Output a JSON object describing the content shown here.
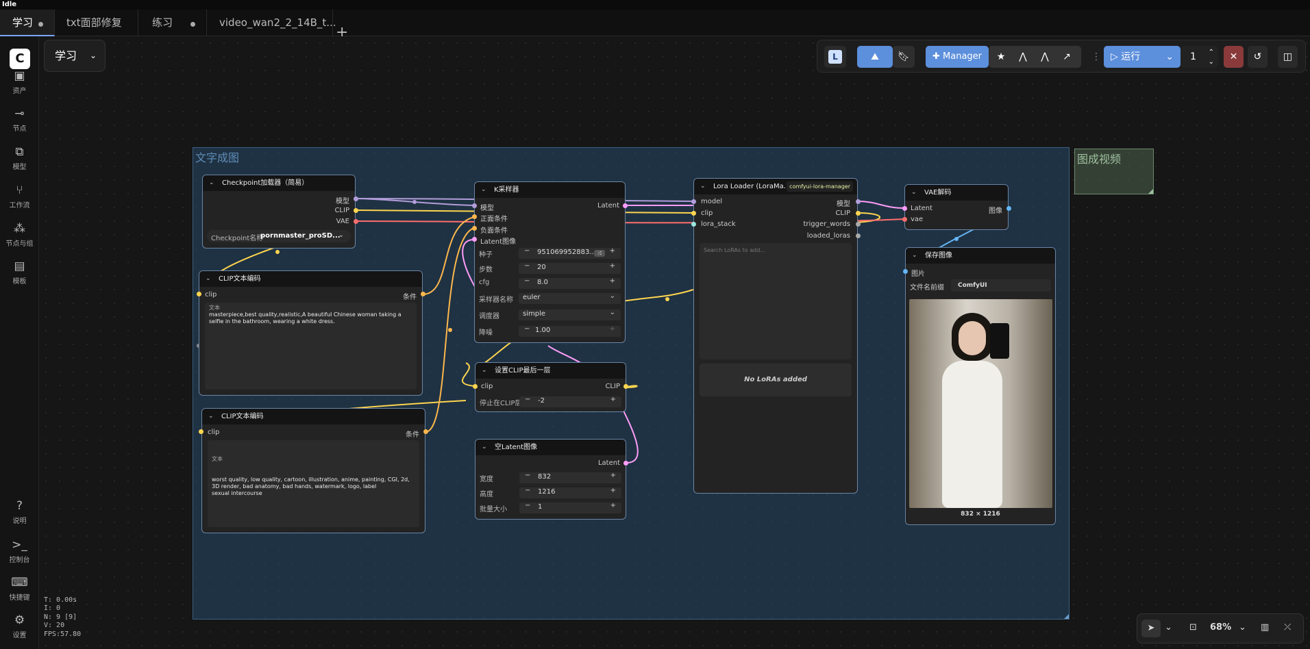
{
  "window": {
    "title": "Idle"
  },
  "tabs": [
    {
      "label": "学习",
      "active": true,
      "unsaved": true
    },
    {
      "label": "txt面部修复",
      "active": false,
      "unsaved": false
    },
    {
      "label": "练习",
      "active": false,
      "unsaved": true
    },
    {
      "label": "video_wan2_2_14B_t...",
      "active": false,
      "unsaved": false
    }
  ],
  "add_tab_glyph": "+",
  "sidebar": {
    "logo": "C",
    "items": [
      {
        "label": "资产",
        "icon": "image-icon"
      },
      {
        "label": "节点",
        "icon": "plug-icon"
      },
      {
        "label": "模型",
        "icon": "cubes-icon"
      },
      {
        "label": "工作流",
        "icon": "workflow-icon"
      },
      {
        "label": "节点与组",
        "icon": "node-library-icon"
      },
      {
        "label": "模板",
        "icon": "template-icon"
      }
    ],
    "bottom": [
      {
        "label": "说明",
        "icon": "help-icon"
      },
      {
        "label": "控制台",
        "icon": "terminal-icon"
      },
      {
        "label": "快捷键",
        "icon": "keyboard-icon"
      },
      {
        "label": "设置",
        "icon": "gear-icon"
      }
    ]
  },
  "workflow_selector": {
    "name": "学习"
  },
  "toolbar": {
    "l_badge": "L",
    "manager_label": "Manager",
    "run_label": "运行",
    "batch_count": "1"
  },
  "stats": {
    "t": "T: 0.00s",
    "i": "I: 0",
    "n": "N: 9 [9]",
    "v": "V: 20",
    "fps": "FPS:57.80"
  },
  "zoom": {
    "level": "68%"
  },
  "groups": [
    {
      "title": "文字成图"
    },
    {
      "title": "图成视频"
    }
  ],
  "nodes": {
    "checkpoint": {
      "title": "Checkpoint加载器（简易）",
      "outputs": [
        "模型",
        "CLIP",
        "VAE"
      ],
      "widget_label": "Checkpoint名称",
      "widget_value": "pornmaster_proSD..."
    },
    "clip_pos": {
      "title": "CLIP文本编码",
      "input": "clip",
      "output": "条件",
      "text_caption": "文本",
      "text": "masterpiece,best quality,realistic,A beautiful Chinese woman taking a selfie in the bathroom, wearing a white dress."
    },
    "clip_neg": {
      "title": "CLIP文本编码",
      "input": "clip",
      "output": "条件",
      "text_caption": "文本",
      "text": "worst quality, low quality, cartoon, illustration, anime, painting, CGI, 2d, 3D render, bad anatomy, bad hands, watermark, logo, label\nsexual intercourse"
    },
    "ksampler": {
      "title": "K采样器",
      "inputs": [
        "模型",
        "正面条件",
        "负面条件",
        "Latent图像"
      ],
      "output": "Latent",
      "widgets": [
        {
          "label": "种子",
          "value": "951069952883..."
        },
        {
          "label": "步数",
          "value": "20"
        },
        {
          "label": "cfg",
          "value": "8.0"
        },
        {
          "label": "采样器名称",
          "value": "euler"
        },
        {
          "label": "调度器",
          "value": "simple"
        },
        {
          "label": "降噪",
          "value": "1.00"
        }
      ]
    },
    "clip_skip": {
      "title": "设置CLIP最后一层",
      "input": "clip",
      "output": "CLIP",
      "widget_label": "停止在CLIP层",
      "widget_value": "-2"
    },
    "empty_latent": {
      "title": "空Latent图像",
      "output": "Latent",
      "widgets": [
        {
          "label": "宽度",
          "value": "832"
        },
        {
          "label": "高度",
          "value": "1216"
        },
        {
          "label": "批量大小",
          "value": "1"
        }
      ]
    },
    "lora": {
      "title": "Lora Loader (LoraMa...",
      "badge": "comfyui-lora-manager",
      "inputs": [
        "model",
        "clip",
        "lora_stack"
      ],
      "outputs": [
        "模型",
        "CLIP",
        "trigger_words",
        "loaded_loras"
      ],
      "search_placeholder": "Search LoRAs to add...",
      "empty_text": "No LoRAs added"
    },
    "vae_decode": {
      "title": "VAE解码",
      "inputs": [
        "Latent",
        "vae"
      ],
      "output": "图像"
    },
    "save_image": {
      "title": "保存图像",
      "input": "图片",
      "widget_label": "文件名前缀",
      "widget_value": "ComfyUI",
      "image_size": "832 × 1216"
    }
  },
  "wire_colors": {
    "model": "#b39ddb",
    "clip": "#ffd54f",
    "vae": "#ff6e6e",
    "latent": "#ff9cf9",
    "cond": "#ffb74d",
    "image": "#64b5f6"
  }
}
